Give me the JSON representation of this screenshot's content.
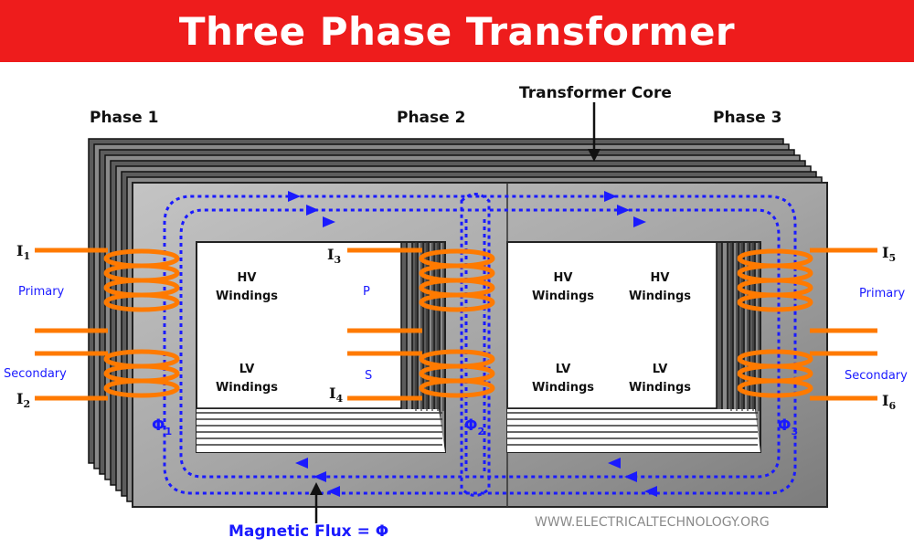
{
  "title": "Three Phase Transformer",
  "labels": {
    "phase1": "Phase 1",
    "phase2": "Phase 2",
    "phase3": "Phase 3",
    "core": "Transformer  Core",
    "hv": "HV",
    "lv": "LV",
    "windings": "Windings",
    "primary": "Primary",
    "secondary": "Secondary",
    "p": "P",
    "s": "S",
    "flux_caption": "Magnetic Flux  = Φ",
    "watermark": "WWW.ELECTRICALTECHNOLOGY.ORG"
  },
  "currents": {
    "i1": {
      "sym": "I",
      "sub": "1"
    },
    "i2": {
      "sym": "I",
      "sub": "2"
    },
    "i3": {
      "sym": "I",
      "sub": "3"
    },
    "i4": {
      "sym": "I",
      "sub": "4"
    },
    "i5": {
      "sym": "I",
      "sub": "5"
    },
    "i6": {
      "sym": "I",
      "sub": "6"
    }
  },
  "fluxes": {
    "phi1": {
      "sym": "Φ",
      "sub": "1"
    },
    "phi2": {
      "sym": "Φ",
      "sub": "2"
    },
    "phi3": {
      "sym": "Φ",
      "sub": "3"
    }
  },
  "colors": {
    "banner": "#ee1c1c",
    "winding": "#ff7a00",
    "flux": "#1a1aff",
    "core_face": "#9a9a9a",
    "core_side": "#666666"
  }
}
